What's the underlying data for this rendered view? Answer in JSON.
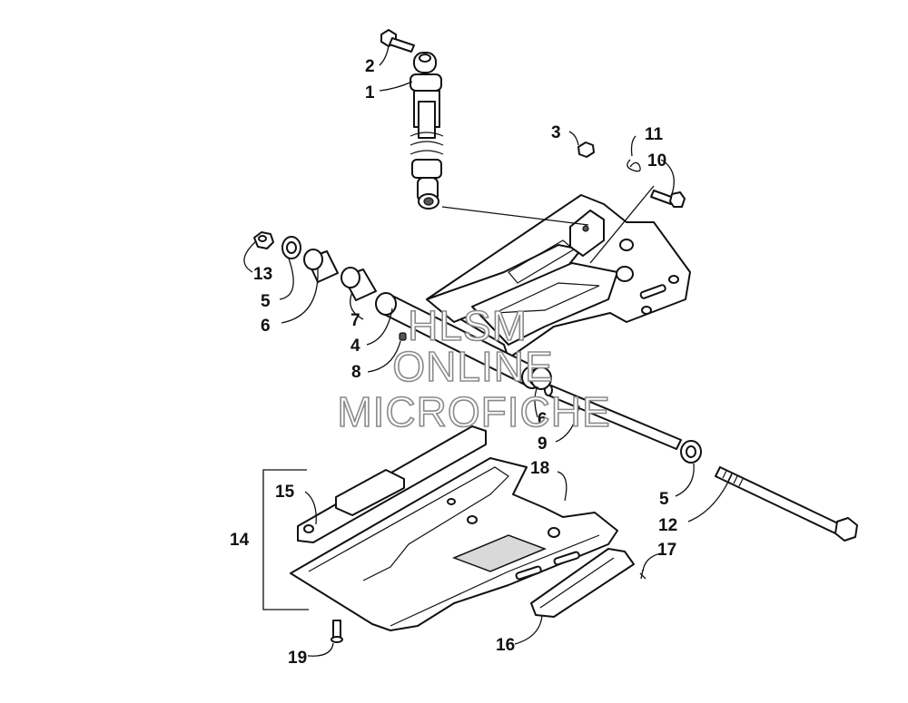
{
  "watermark": {
    "line1": "HLSM",
    "line2": "ONLINE",
    "line3": "MICROFICHE"
  },
  "callouts": [
    "1",
    "2",
    "3",
    "4",
    "5",
    "5",
    "6",
    "6",
    "7",
    "8",
    "9",
    "10",
    "11",
    "12",
    "13",
    "14",
    "15",
    "16",
    "17",
    "18",
    "19"
  ]
}
